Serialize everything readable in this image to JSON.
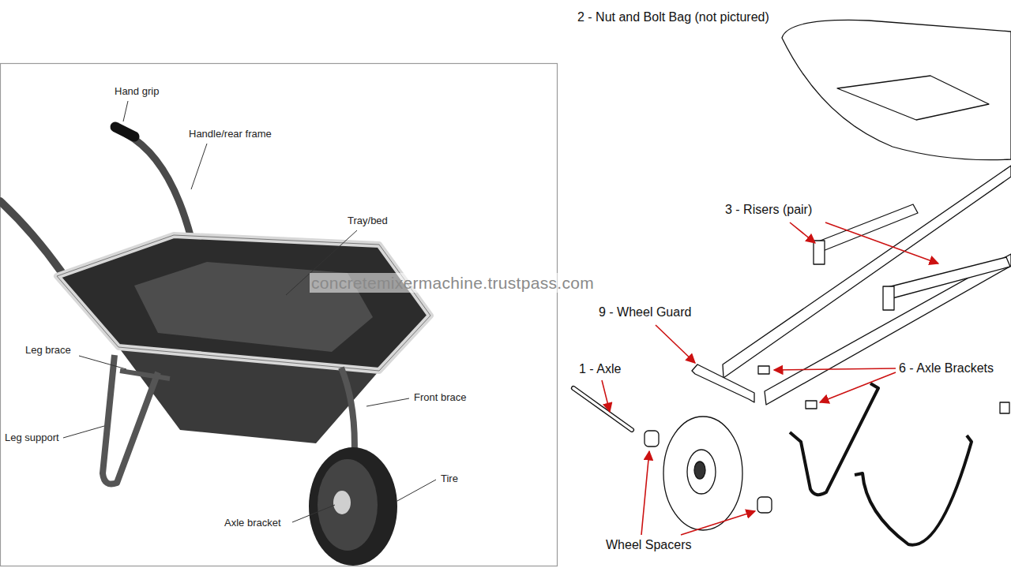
{
  "diagram": {
    "labels": [
      "Hand grip",
      "Handle/rear frame",
      "Tray/bed",
      "Leg brace",
      "Leg support",
      "Front brace",
      "Tire",
      "Axle bracket",
      "2 - Nut and Bolt Bag (not pictured)",
      "3 - Risers (pair)",
      "9 - Wheel Guard",
      "1 - Axle",
      "6 - Axle Brackets",
      "Wheel Spacers",
      "concretemixermachine.trustpass.com"
    ]
  }
}
